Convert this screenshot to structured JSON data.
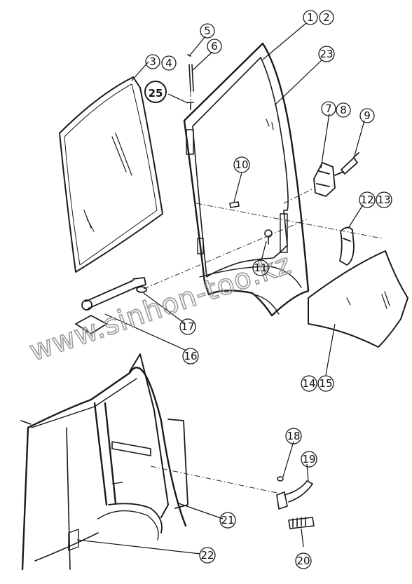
{
  "watermark": "www.sinhon-too.kz",
  "callouts": {
    "c1": "1",
    "c2": "2",
    "c3": "3",
    "c4": "4",
    "c5": "5",
    "c6": "6",
    "c7": "7",
    "c8": "8",
    "c9": "9",
    "c10": "10",
    "c11": "11",
    "c12": "12",
    "c13": "13",
    "c14": "14",
    "c15": "15",
    "c16": "16",
    "c17": "17",
    "c18": "18",
    "c19": "19",
    "c20": "20",
    "c21": "21",
    "c22": "22",
    "c23": "23",
    "c25": "25"
  }
}
